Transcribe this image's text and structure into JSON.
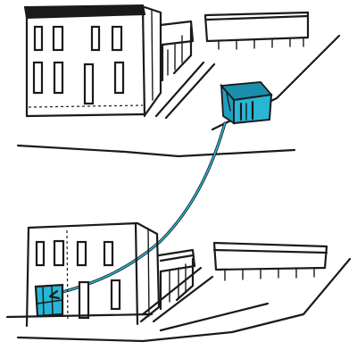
{
  "colors": {
    "ink": "#1a1a1a",
    "accent": "#29b6d6",
    "accent_dark": "#1a8fad",
    "paper": "#ffffff"
  },
  "scene": {
    "panels": [
      "existing-streetscape",
      "proposed-streetscape"
    ],
    "module": "blue-prefab-module",
    "connector": "blue-insertion-line"
  }
}
